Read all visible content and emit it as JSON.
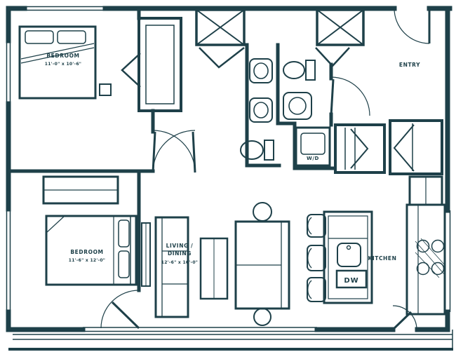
{
  "floor_plan": {
    "background_color": "#ffffff",
    "line_color": "#1e4049",
    "rooms": {
      "bedroom_top": {
        "name": "BEDROOM",
        "dims": "11'-0\" x 10'-6\""
      },
      "bedroom_bottom": {
        "name": "BEDROOM",
        "dims": "11'-6\" x 12'-0\""
      },
      "living_dining": {
        "line1": "LIVING /",
        "line2": "DINING",
        "dims": "12'-6\" x 16'-0\""
      },
      "kitchen": {
        "name": "KITCHEN"
      },
      "entry": {
        "name": "ENTRY"
      }
    },
    "appliances": {
      "dishwasher": "DW",
      "washer_dryer": "W/D"
    }
  }
}
